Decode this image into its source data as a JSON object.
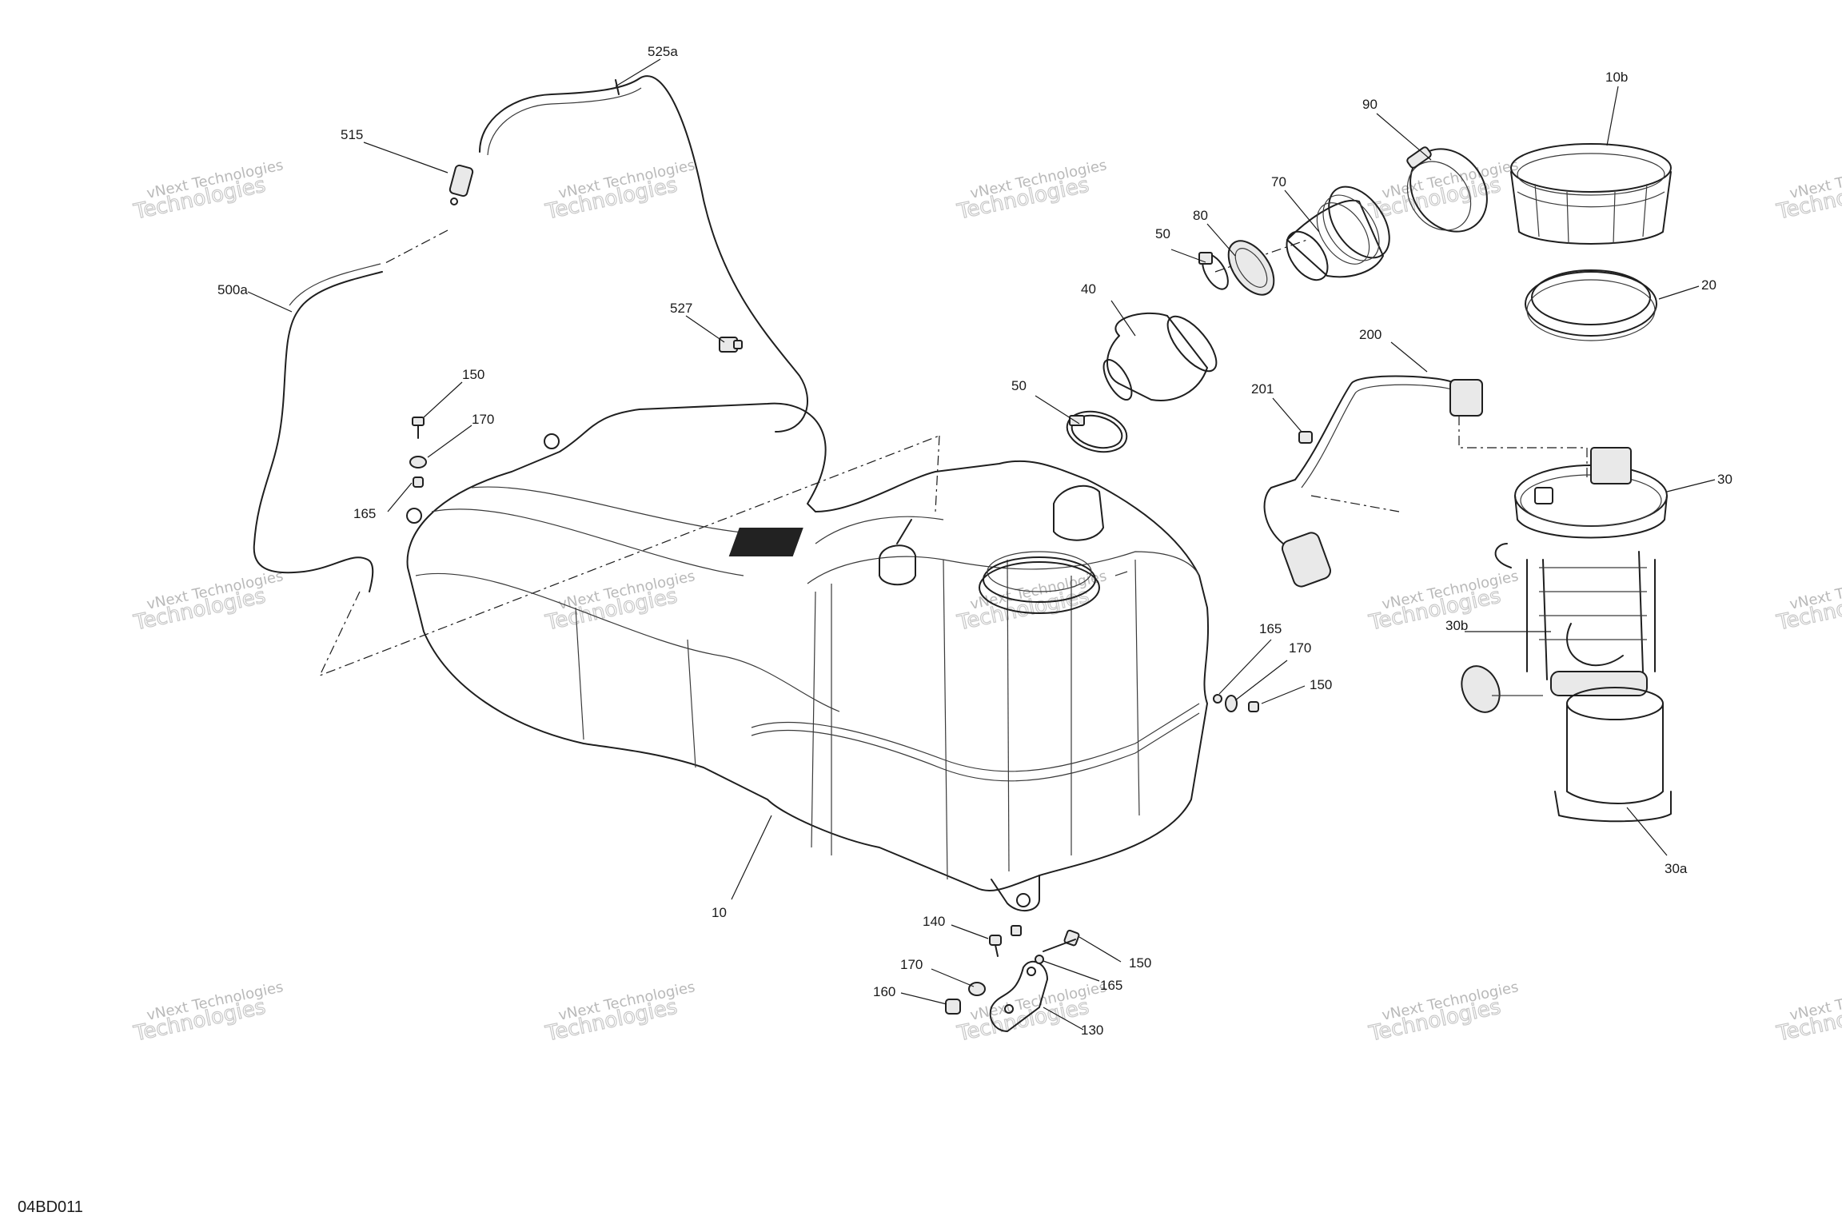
{
  "drawing": {
    "id": "04BD011",
    "watermark_line1": "vNext Technologies",
    "watermark_line2": "Technologies"
  },
  "callouts": {
    "c525a": "525a",
    "c515": "515",
    "c500a": "500a",
    "c527": "527",
    "c150a": "150",
    "c170a": "170",
    "c165a": "165",
    "c10": "10",
    "c90": "90",
    "c10b": "10b",
    "c70": "70",
    "c80": "80",
    "c50a": "50",
    "c40": "40",
    "c50b": "50",
    "c20": "20",
    "c200": "200",
    "c201": "201",
    "c30": "30",
    "c30b": "30b",
    "c30a": "30a",
    "c165b": "165",
    "c170b": "170",
    "c150b": "150",
    "c140": "140",
    "c150c": "150",
    "c170c": "170",
    "c165c": "165",
    "c160": "160",
    "c130": "130"
  }
}
